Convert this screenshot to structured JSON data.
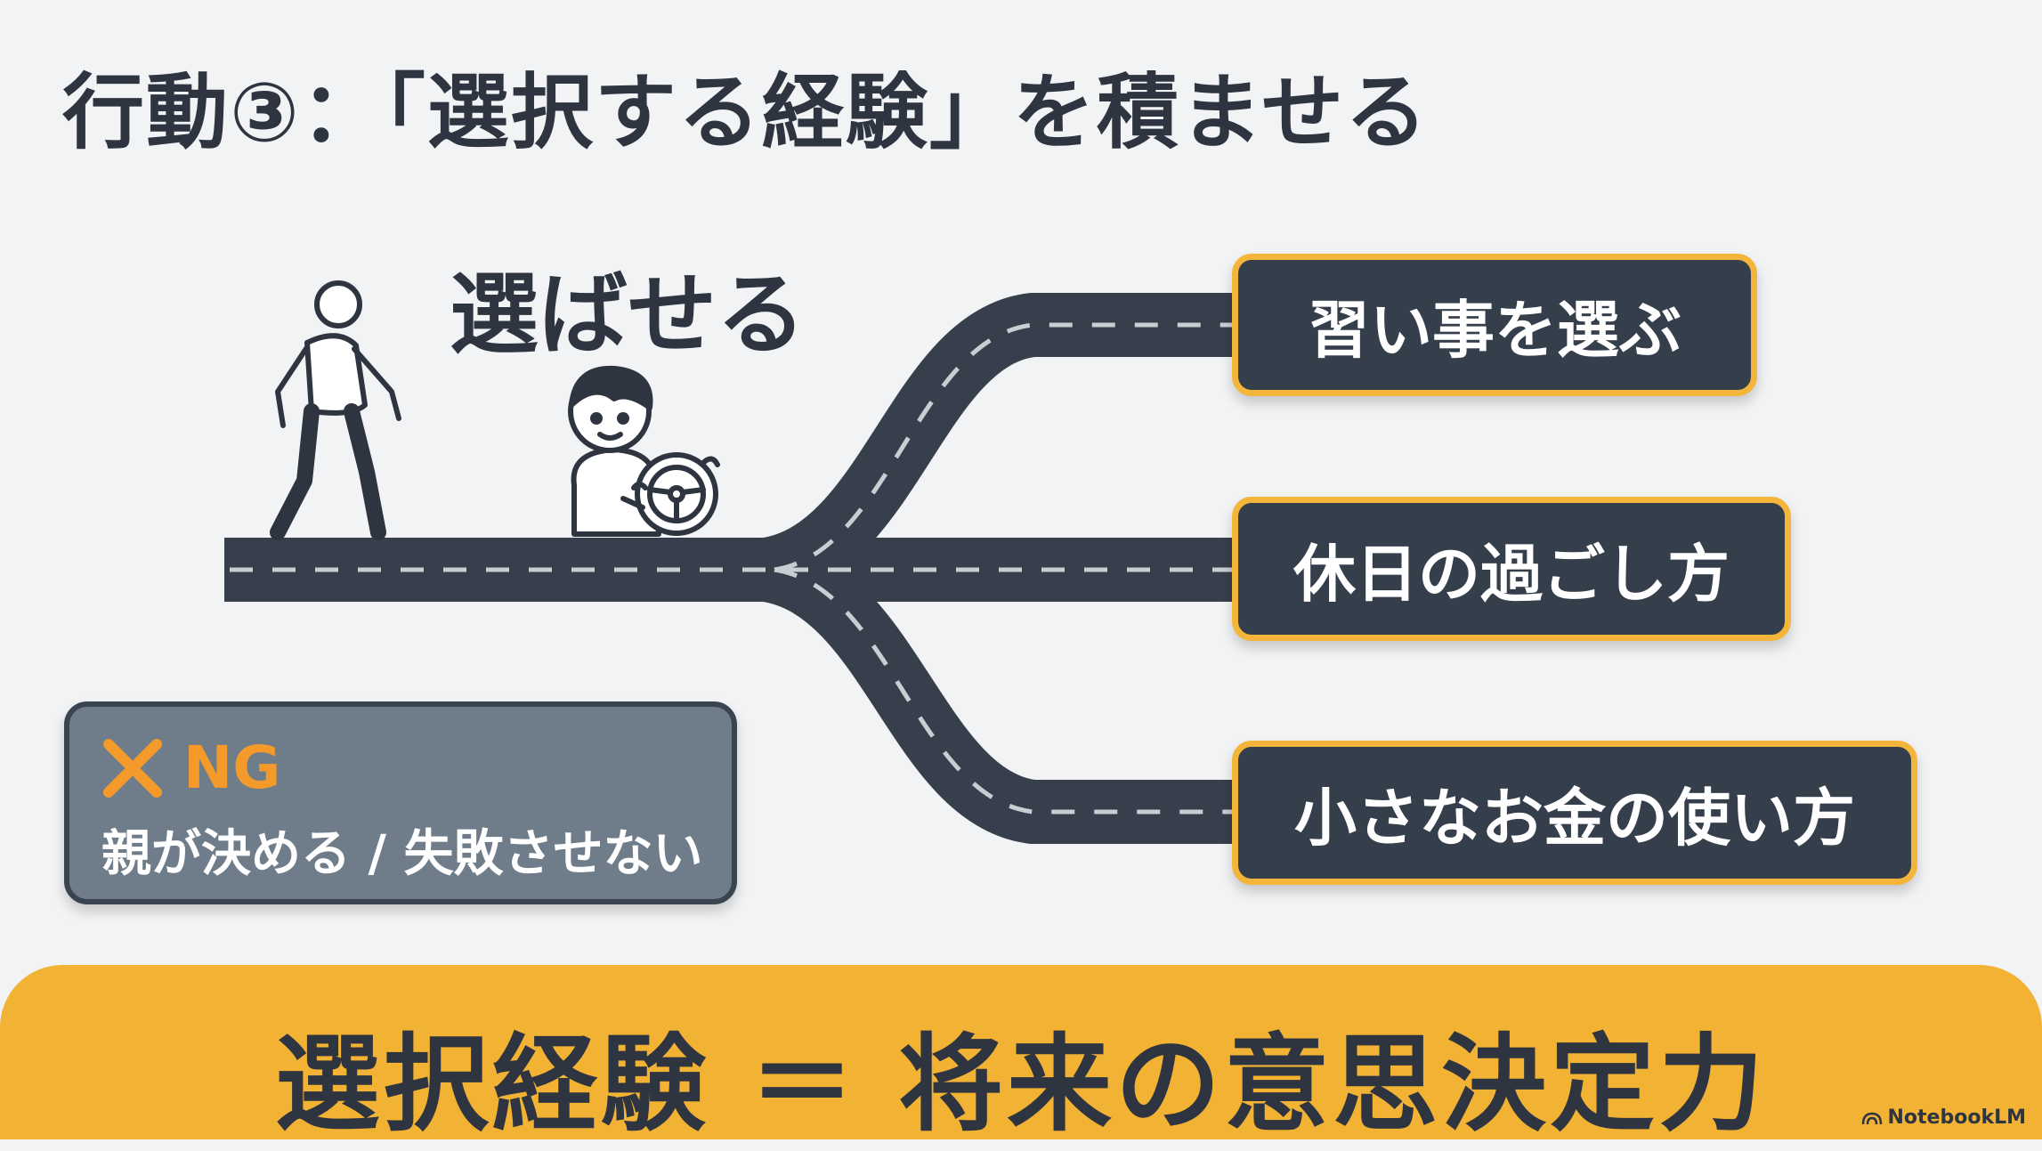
{
  "title": "行動③：「選択する経験」を積ませる",
  "subtitle": "選ばせる",
  "choices": [
    {
      "label": "習い事を選ぶ"
    },
    {
      "label": "休日の過ごし方"
    },
    {
      "label": "小さなお金の使い方"
    }
  ],
  "ng": {
    "label": "NG",
    "text": "親が決める / 失敗させない"
  },
  "banner": {
    "text": "選択経験 ＝ 将来の意思決定力"
  },
  "watermark": "NotebookLM",
  "colors": {
    "accent": "#f3b53a",
    "road": "#363f4b",
    "card": "#353e4b",
    "ng_box": "#6f7c89",
    "ng_accent": "#f39a2b",
    "background": "#f1f3f5"
  },
  "icons": [
    "walking-adult-icon",
    "child-with-steering-wheel-icon",
    "ng-x-icon",
    "notebooklm-logo-icon"
  ]
}
